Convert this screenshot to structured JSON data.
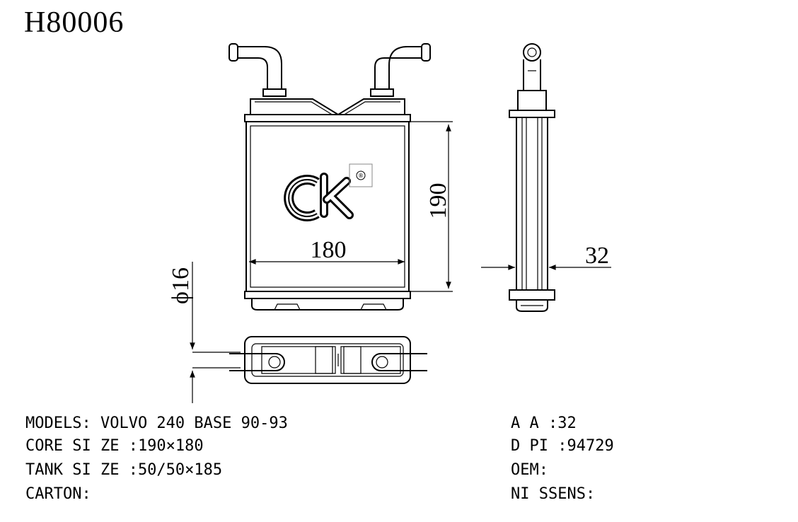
{
  "part_number": "H80006",
  "dimensions": {
    "width": "180",
    "height": "190",
    "depth": "32",
    "pipe_diameter": "ϕ16"
  },
  "logo": {
    "letters": "ck",
    "registered_mark": "®"
  },
  "specs_left": [
    "MODELS: VOLVO 240 BASE 90-93",
    "CORE SI ZE :190×180",
    "TANK SI ZE :50/50×185",
    "CARTON:"
  ],
  "specs_right": [
    "A A :32",
    "D PI :94729",
    "OEM:",
    "NI SSENS:"
  ]
}
